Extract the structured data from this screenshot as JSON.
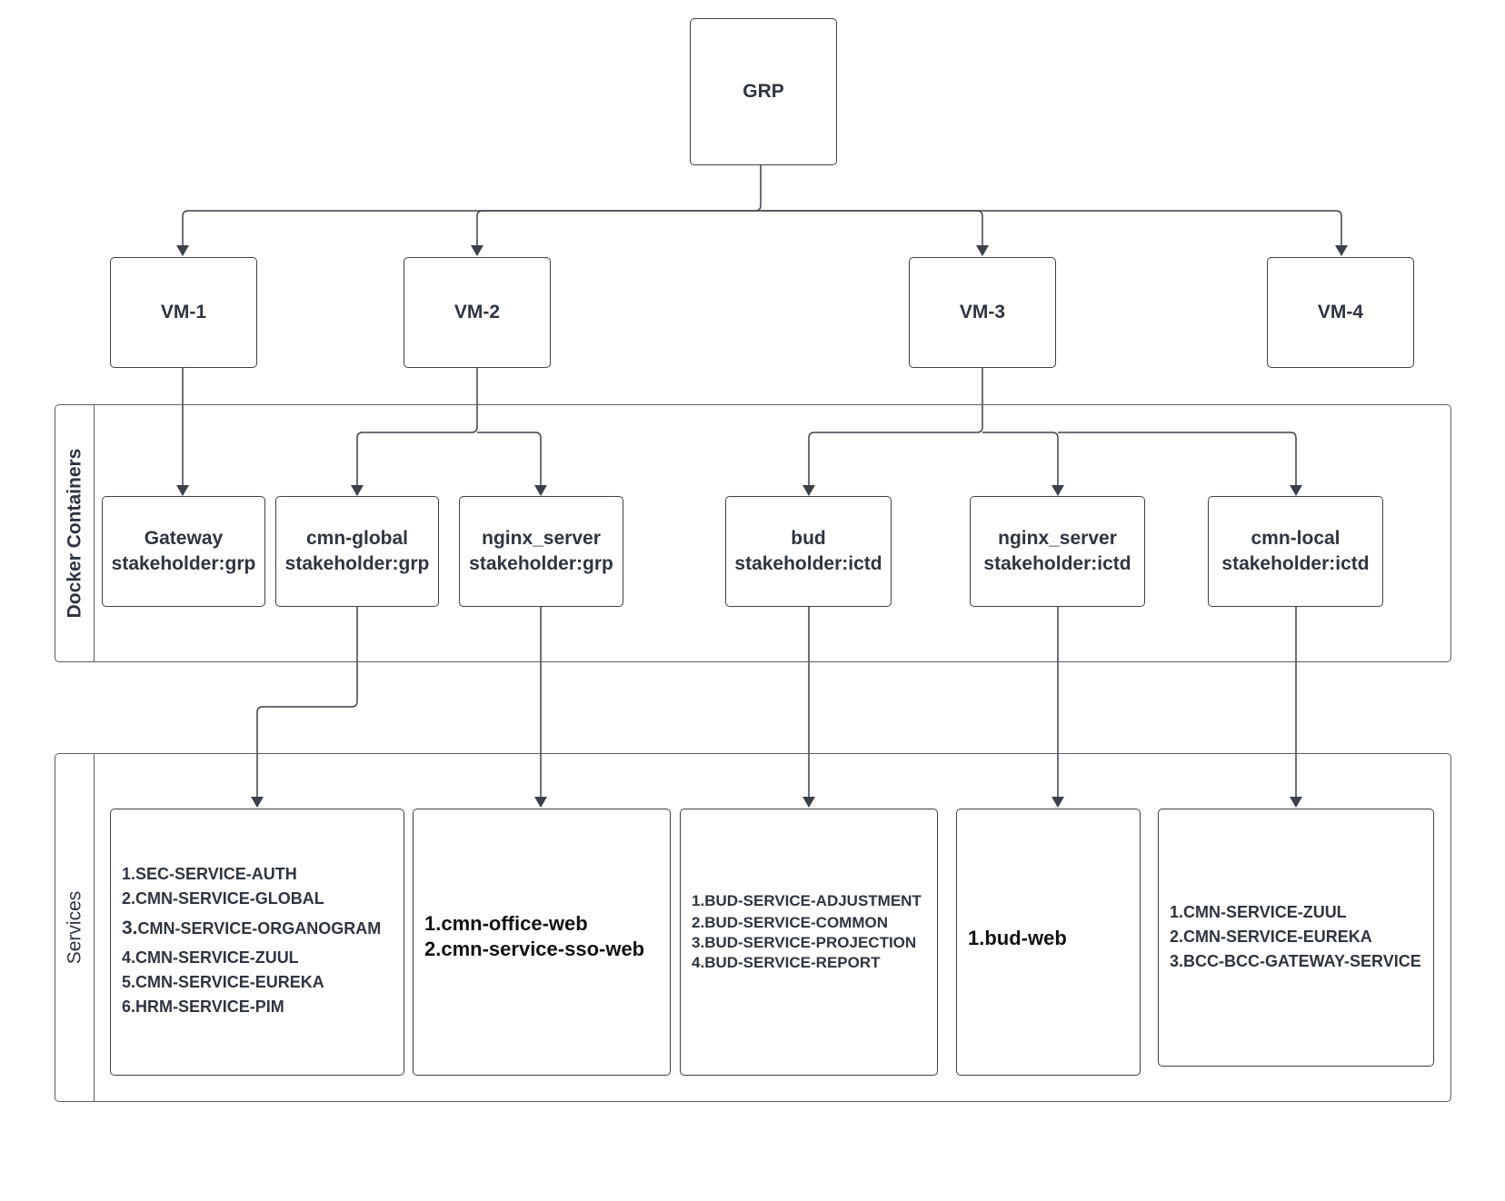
{
  "root": {
    "label": "GRP"
  },
  "vms": [
    {
      "label": "VM-1"
    },
    {
      "label": "VM-2"
    },
    {
      "label": "VM-3"
    },
    {
      "label": "VM-4"
    }
  ],
  "lanes": {
    "containers": "Docker Containers",
    "services": "Services"
  },
  "containers": [
    {
      "name": "Gateway",
      "stakeholder": "stakeholder:grp"
    },
    {
      "name": "cmn-global",
      "stakeholder": "stakeholder:grp"
    },
    {
      "name": "nginx_server",
      "stakeholder": "stakeholder:grp"
    },
    {
      "name": "bud",
      "stakeholder": "stakeholder:ictd"
    },
    {
      "name": "nginx_server",
      "stakeholder": "stakeholder:ictd"
    },
    {
      "name": "cmn-local",
      "stakeholder": "stakeholder:ictd"
    }
  ],
  "services": [
    {
      "items": [
        {
          "num": "1.",
          "text": "SEC-SERVICE-AUTH"
        },
        {
          "num": "2.",
          "text": "CMN-SERVICE-GLOBAL"
        },
        {
          "num": "3.",
          "text": "CMN-SERVICE-ORGANOGRAM"
        },
        {
          "num": "4.",
          "text": "CMN-SERVICE-ZUUL"
        },
        {
          "num": "5.",
          "text": "CMN-SERVICE-EUREKA"
        },
        {
          "num": "6.",
          "text": "HRM-SERVICE-PIM"
        }
      ]
    },
    {
      "items": [
        {
          "num": "1.",
          "text": "cmn-office-web"
        },
        {
          "num": "2.",
          "text": "cmn-service-sso-web"
        }
      ]
    },
    {
      "items": [
        {
          "num": "1.",
          "text": "BUD-SERVICE-ADJUSTMENT"
        },
        {
          "num": "2.",
          "text": "BUD-SERVICE-COMMON"
        },
        {
          "num": "3.",
          "text": "BUD-SERVICE-PROJECTION"
        },
        {
          "num": "4.",
          "text": "BUD-SERVICE-REPORT"
        }
      ]
    },
    {
      "items": [
        {
          "num": "1.",
          "text": "bud-web"
        }
      ]
    },
    {
      "items": [
        {
          "num": "1.",
          "text": "CMN-SERVICE-ZUUL"
        },
        {
          "num": "2.",
          "text": "CMN-SERVICE-EUREKA"
        },
        {
          "num": "3.",
          "text": "BCC-BCC-GATEWAY-SERVICE"
        }
      ]
    }
  ]
}
